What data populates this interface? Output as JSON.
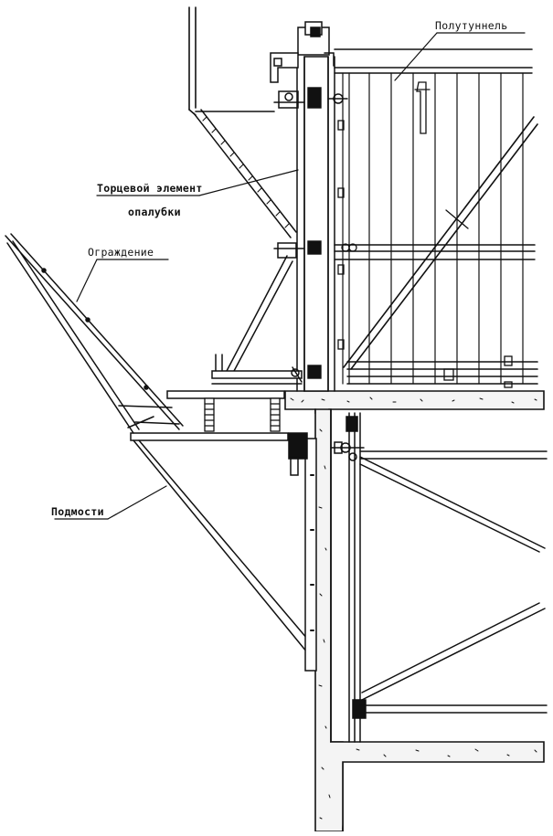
{
  "diagram": {
    "labels": {
      "half_tunnel": "Полутуннель",
      "end_element_line1": "Торцевой элемент",
      "end_element_line2": "опалубки",
      "railing": "Ограждение",
      "scaffold": "Подмости"
    },
    "colors": {
      "ink": "#111111",
      "concrete_fill": "#f4f4f4",
      "paper": "#ffffff"
    }
  }
}
